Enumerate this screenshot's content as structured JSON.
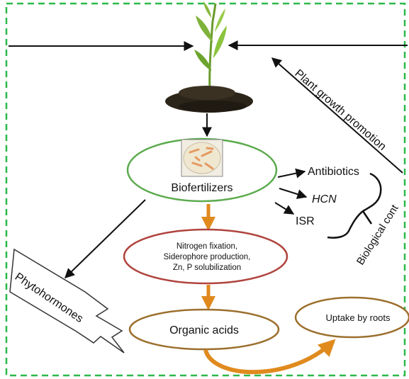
{
  "diagram": {
    "nodes": {
      "biofertilizers": "Biofertilizers",
      "mechanisms_line1": "Nitrogen fixation,",
      "mechanisms_line2": "Siderophore production,",
      "mechanisms_line3": "Zn, P solubilization",
      "organic_acids": "Organic acids",
      "uptake": "Uptake by roots",
      "antibiotics": "Antibiotics",
      "hcn": "HCN",
      "isr": "ISR",
      "phytohormones": "Phytohormones",
      "plant_growth_promotion": "Plant growth promotion",
      "biological_control": "Biological cont"
    },
    "colors": {
      "frame": "#2db84a",
      "biofertilizer_outline": "#5cab4e",
      "mechanisms_outline": "#b0443e",
      "acids_outline": "#9c6f2d",
      "flow_arrow": "#e08a1e",
      "soil": "#2b2418",
      "stem": "#6a9b2c"
    },
    "icons": [
      "plant-seedling-icon",
      "petri-dish-icon"
    ]
  }
}
